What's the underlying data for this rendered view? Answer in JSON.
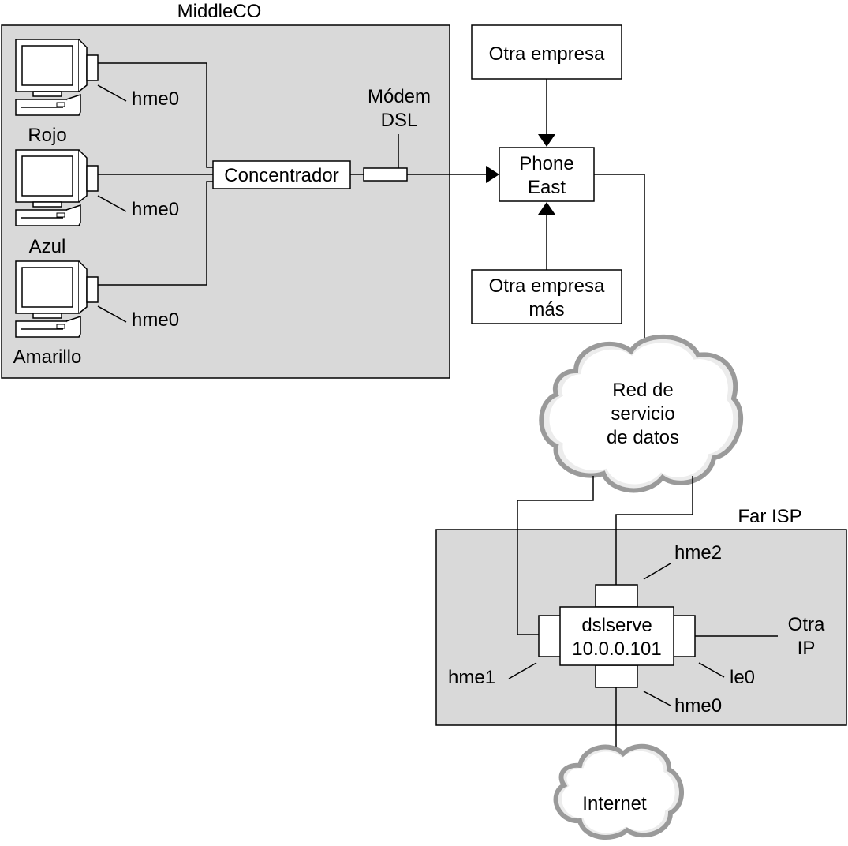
{
  "middleco": {
    "title": "MiddleCO",
    "computers": [
      {
        "name": "Rojo",
        "iface": "hme0"
      },
      {
        "name": "Azul",
        "iface": "hme0"
      },
      {
        "name": "Amarillo",
        "iface": "hme0"
      }
    ],
    "hub": "Concentrador",
    "modem_line1": "Módem",
    "modem_line2": "DSL"
  },
  "phone": {
    "line1": "Phone",
    "line2": "East"
  },
  "other_company": "Otra empresa",
  "another_company": {
    "line1": "Otra empresa",
    "line2": "más"
  },
  "cloud_data": {
    "line1": "Red de",
    "line2": "servicio",
    "line3": "de datos"
  },
  "far_isp": {
    "title": "Far ISP",
    "server_name": "dslserve",
    "server_ip": "10.0.0.101",
    "ifaces": {
      "hme0": "hme0",
      "hme1": "hme1",
      "hme2": "hme2",
      "le0": "le0"
    },
    "other_ip_line1": "Otra",
    "other_ip_line2": "IP"
  },
  "cloud_internet": "Internet",
  "colors": {
    "box_fill": "#d9d9d9",
    "stroke": "#000000",
    "cloud_fill": "#ececec",
    "cloud_stroke": "#9a9a9a"
  }
}
